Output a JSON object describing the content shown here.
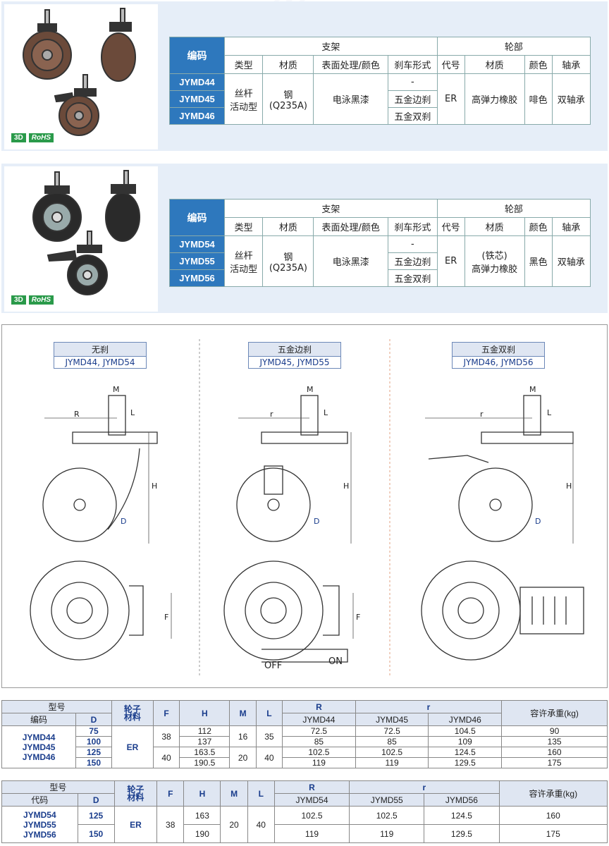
{
  "panel1": {
    "badges": [
      "3D",
      "RoHS"
    ],
    "header": {
      "code": "编码",
      "bracket": "支架",
      "wheel": "轮部"
    },
    "subheader": [
      "类型",
      "材质",
      "表面处理/颜色",
      "刹车形式",
      "代号",
      "材质",
      "颜色",
      "轴承"
    ],
    "codes": [
      "JYMD44",
      "JYMD45",
      "JYMD46"
    ],
    "type": "丝杆\n活动型",
    "material": "钢\n(Q235A)",
    "finish": "电泳黑漆",
    "brakes": [
      "-",
      "五金边刹",
      "五金双刹"
    ],
    "wheel_code": "ER",
    "wheel_material": "高弹力橡胶",
    "wheel_color": "啡色",
    "bearing": "双轴承"
  },
  "panel2": {
    "badges": [
      "3D",
      "RoHS"
    ],
    "header": {
      "code": "编码",
      "bracket": "支架",
      "wheel": "轮部"
    },
    "subheader": [
      "类型",
      "材质",
      "表面处理/颜色",
      "刹车形式",
      "代号",
      "材质",
      "颜色",
      "轴承"
    ],
    "codes": [
      "JYMD54",
      "JYMD55",
      "JYMD56"
    ],
    "type": "丝杆\n活动型",
    "material": "钢\n(Q235A)",
    "finish": "电泳黑漆",
    "brakes": [
      "-",
      "五金边刹",
      "五金双刹"
    ],
    "wheel_code": "ER",
    "wheel_material": "(铁芯)\n高弹力橡胶",
    "wheel_color": "黑色",
    "bearing": "双轴承"
  },
  "drawing": {
    "labels": [
      {
        "title": "无刹",
        "models": "JYMD44, JYMD54"
      },
      {
        "title": "五金边刹",
        "models": "JYMD45, JYMD55"
      },
      {
        "title": "五金双刹",
        "models": "JYMD46, JYMD56"
      }
    ],
    "dims": {
      "M": "M",
      "L": "L",
      "R": "R",
      "r": "r",
      "H": "H",
      "D": "D",
      "F": "F"
    },
    "switch": {
      "off": "OFF",
      "on": "ON"
    }
  },
  "table1": {
    "h_model": "型号",
    "h_code": "编码",
    "h_d": "D",
    "h_wheel": "轮子\n材料",
    "h_f": "F",
    "h_h": "H",
    "h_m": "M",
    "h_l": "L",
    "h_R": "R",
    "h_r": "r",
    "h_load": "容许承重(kg)",
    "sub_R": "JYMD44",
    "sub_r1": "JYMD45",
    "sub_r2": "JYMD46",
    "codes": "JYMD44\nJYMD45\nJYMD46",
    "wheel": "ER",
    "rows": [
      {
        "d": "75",
        "h": "112",
        "R": "72.5",
        "r1": "72.5",
        "r2": "104.5",
        "load": "90"
      },
      {
        "d": "100",
        "h": "137",
        "R": "85",
        "r1": "85",
        "r2": "109",
        "load": "135"
      },
      {
        "d": "125",
        "h": "163.5",
        "R": "102.5",
        "r1": "102.5",
        "r2": "124.5",
        "load": "160"
      },
      {
        "d": "150",
        "h": "190.5",
        "R": "119",
        "r1": "119",
        "r2": "129.5",
        "load": "175"
      }
    ],
    "f": [
      "38",
      "40"
    ],
    "m": [
      "16",
      "20"
    ],
    "l": [
      "35",
      "40"
    ]
  },
  "table2": {
    "h_model": "型号",
    "h_code": "代码",
    "h_d": "D",
    "h_wheel": "轮子\n材料",
    "h_f": "F",
    "h_h": "H",
    "h_m": "M",
    "h_l": "L",
    "h_R": "R",
    "h_r": "r",
    "h_load": "容许承重(kg)",
    "sub_R": "JYMD54",
    "sub_r1": "JYMD55",
    "sub_r2": "JYMD56",
    "codes": "JYMD54\nJYMD55\nJYMD56",
    "wheel": "ER",
    "rows": [
      {
        "d": "125",
        "h": "163",
        "R": "102.5",
        "r1": "102.5",
        "r2": "124.5",
        "load": "160"
      },
      {
        "d": "150",
        "h": "190",
        "R": "119",
        "r1": "119",
        "r2": "129.5",
        "load": "175"
      }
    ],
    "f": "38",
    "m": "20",
    "l": "40"
  },
  "colors": {
    "accent": "#2e78bd",
    "panel": "#e6eef8",
    "wheel_brown": "#6b4a3a",
    "wheel_black": "#2a2a2a"
  }
}
